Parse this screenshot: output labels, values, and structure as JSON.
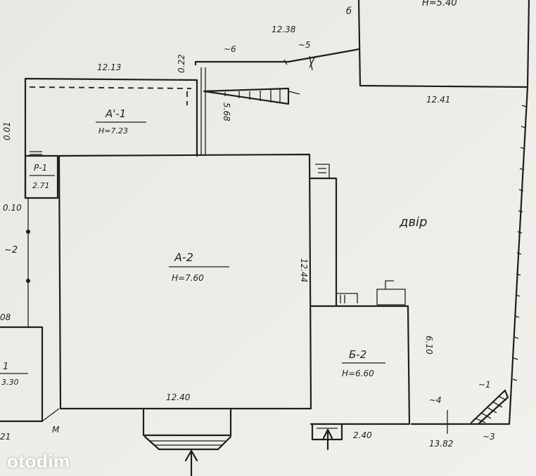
{
  "watermark": "otodim",
  "rooms": {
    "a2": {
      "name": "A-2",
      "height": "H=7.60"
    },
    "a1": {
      "name": "A'-1",
      "height": "H=7.23"
    },
    "b2": {
      "name": "Б-2",
      "height": "H=6.60"
    },
    "small_left": {
      "name": "Р-1",
      "value": "2.71"
    },
    "top_right": {
      "height": "H=5.40"
    },
    "bottom_left": {
      "name": "1",
      "value": "3.30"
    }
  },
  "yard_label": "двір",
  "dimensions": {
    "top_a1": "12.13",
    "gap_top": "0.22",
    "approx_6": "~6",
    "top_mid": "12.38",
    "approx_5": "~5",
    "right_block_bottom": "12.41",
    "stair_len": "5.68",
    "left_0_01": "0.01",
    "left_0_10": "0.10",
    "left_approx_2": "~2",
    "left_08": "08",
    "a2_right": "12.44",
    "a2_bottom": "12.40",
    "b2_right": "6.10",
    "b2_bottom": "2.40",
    "approx_4": "~4",
    "approx_1": "~1",
    "bottom_right": "13.82",
    "approx_3": "~3",
    "bottom_m": "M",
    "bottom_21": "21"
  }
}
